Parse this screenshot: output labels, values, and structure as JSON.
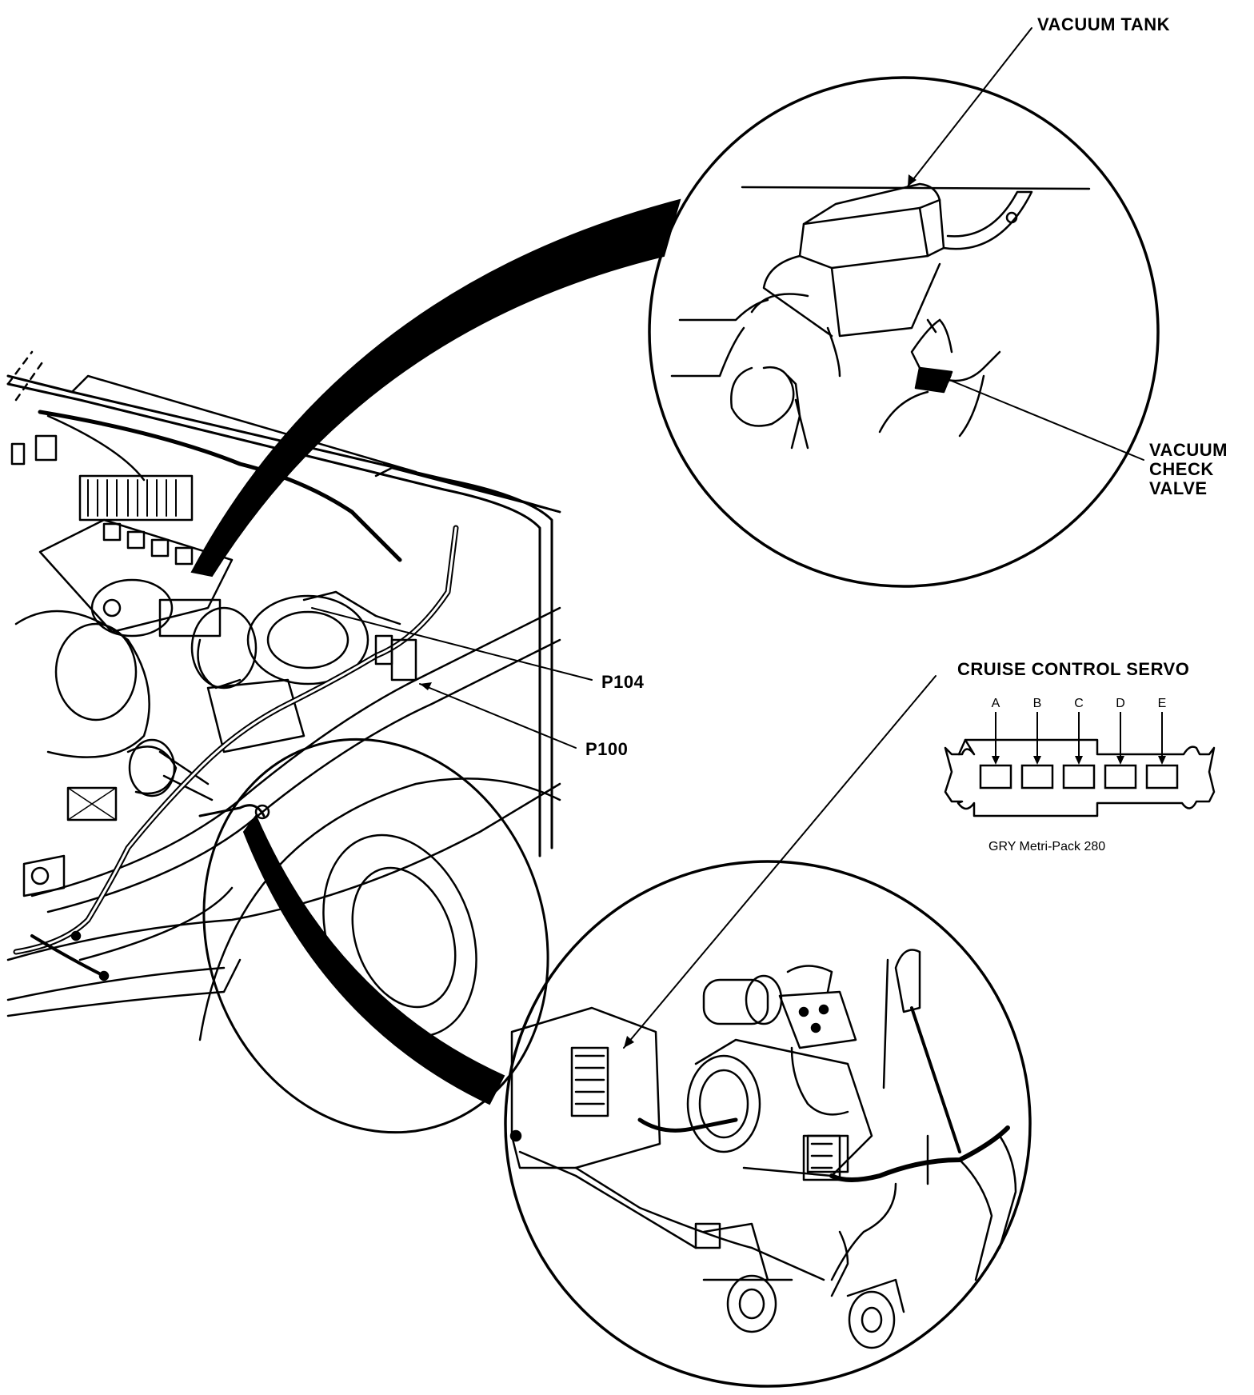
{
  "labels": {
    "vacuum_tank": "VACUUM TANK",
    "vacuum_check_valve": [
      "VACUUM",
      "CHECK",
      "VALVE"
    ],
    "p104": "P104",
    "p100": "P100",
    "connector_title": "CRUISE CONTROL SERVO",
    "connector_note": "GRY Metri-Pack 280"
  },
  "connector": {
    "pins": [
      "A",
      "B",
      "C",
      "D",
      "E"
    ]
  }
}
